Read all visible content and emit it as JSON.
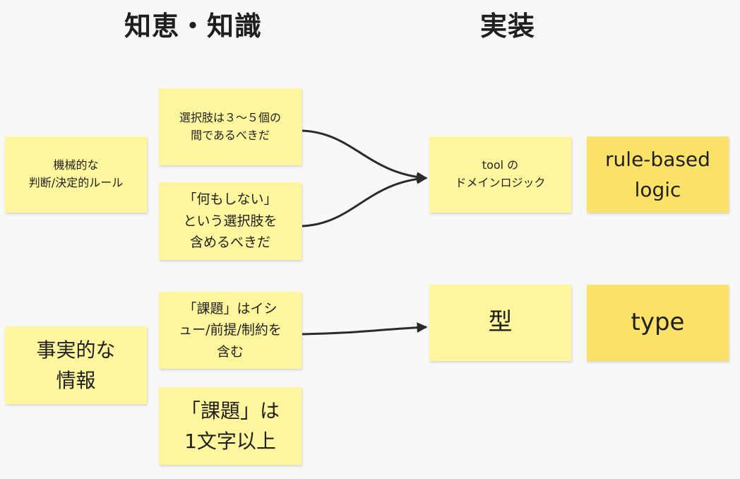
{
  "headings": {
    "left": "知恵・知識",
    "right": "実装"
  },
  "notes": {
    "mechanical_judgment": "機械的な\n判断/決定的ルール",
    "choices_range": "選択肢は３〜５個の\n間であるべきだ",
    "do_nothing": "「何もしない」\nという選択肢を\n含めるべきだ",
    "tool_domain_logic": "tool の\nドメインロジック",
    "rule_based_logic": "rule-based\nlogic",
    "factual_info": "事実的な\n情報",
    "issue_fields": "「課題」はイシ\nュー/前提/制約を\n含む",
    "issue_min_length": "「課題」は\n1文字以上",
    "type_ja": "型",
    "type_en": "type"
  },
  "colors": {
    "sticky_light": "#fff69d",
    "sticky_dark": "#fde26a",
    "connector": "#2b2b2b"
  }
}
